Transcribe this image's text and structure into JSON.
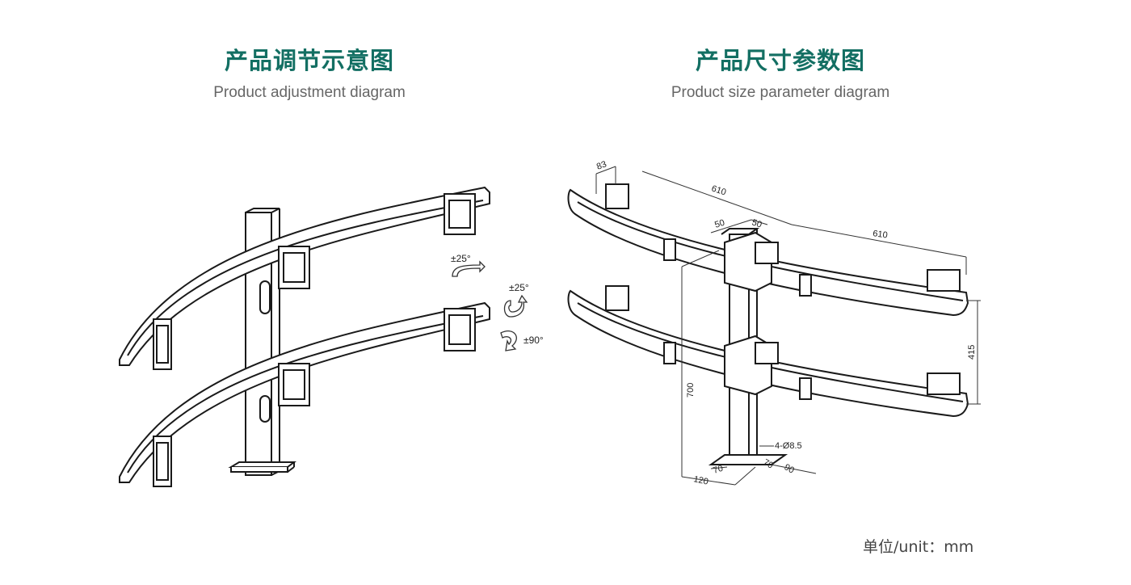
{
  "left_panel": {
    "title": "产品调节示意图",
    "subtitle": "Product adjustment diagram",
    "annotations": {
      "tilt_top": "±25°",
      "tilt_side": "±25°",
      "rotate": "±90°"
    }
  },
  "right_panel": {
    "title": "产品尺寸参数图",
    "subtitle": "Product size parameter diagram",
    "dimensions": {
      "vesa_width": "83",
      "arm_left": "610",
      "arm_right": "610",
      "pole_a": "50",
      "pole_b": "50",
      "arm_spacing": "415",
      "height": "700",
      "hole": "4-Ø8.5",
      "base_a": "70",
      "base_b": "70",
      "base_depth": "90",
      "base_width": "120"
    }
  },
  "footer": {
    "unit": "单位/unit：mm"
  },
  "colors": {
    "title": "#136f63",
    "line": "#1a1a1a"
  }
}
